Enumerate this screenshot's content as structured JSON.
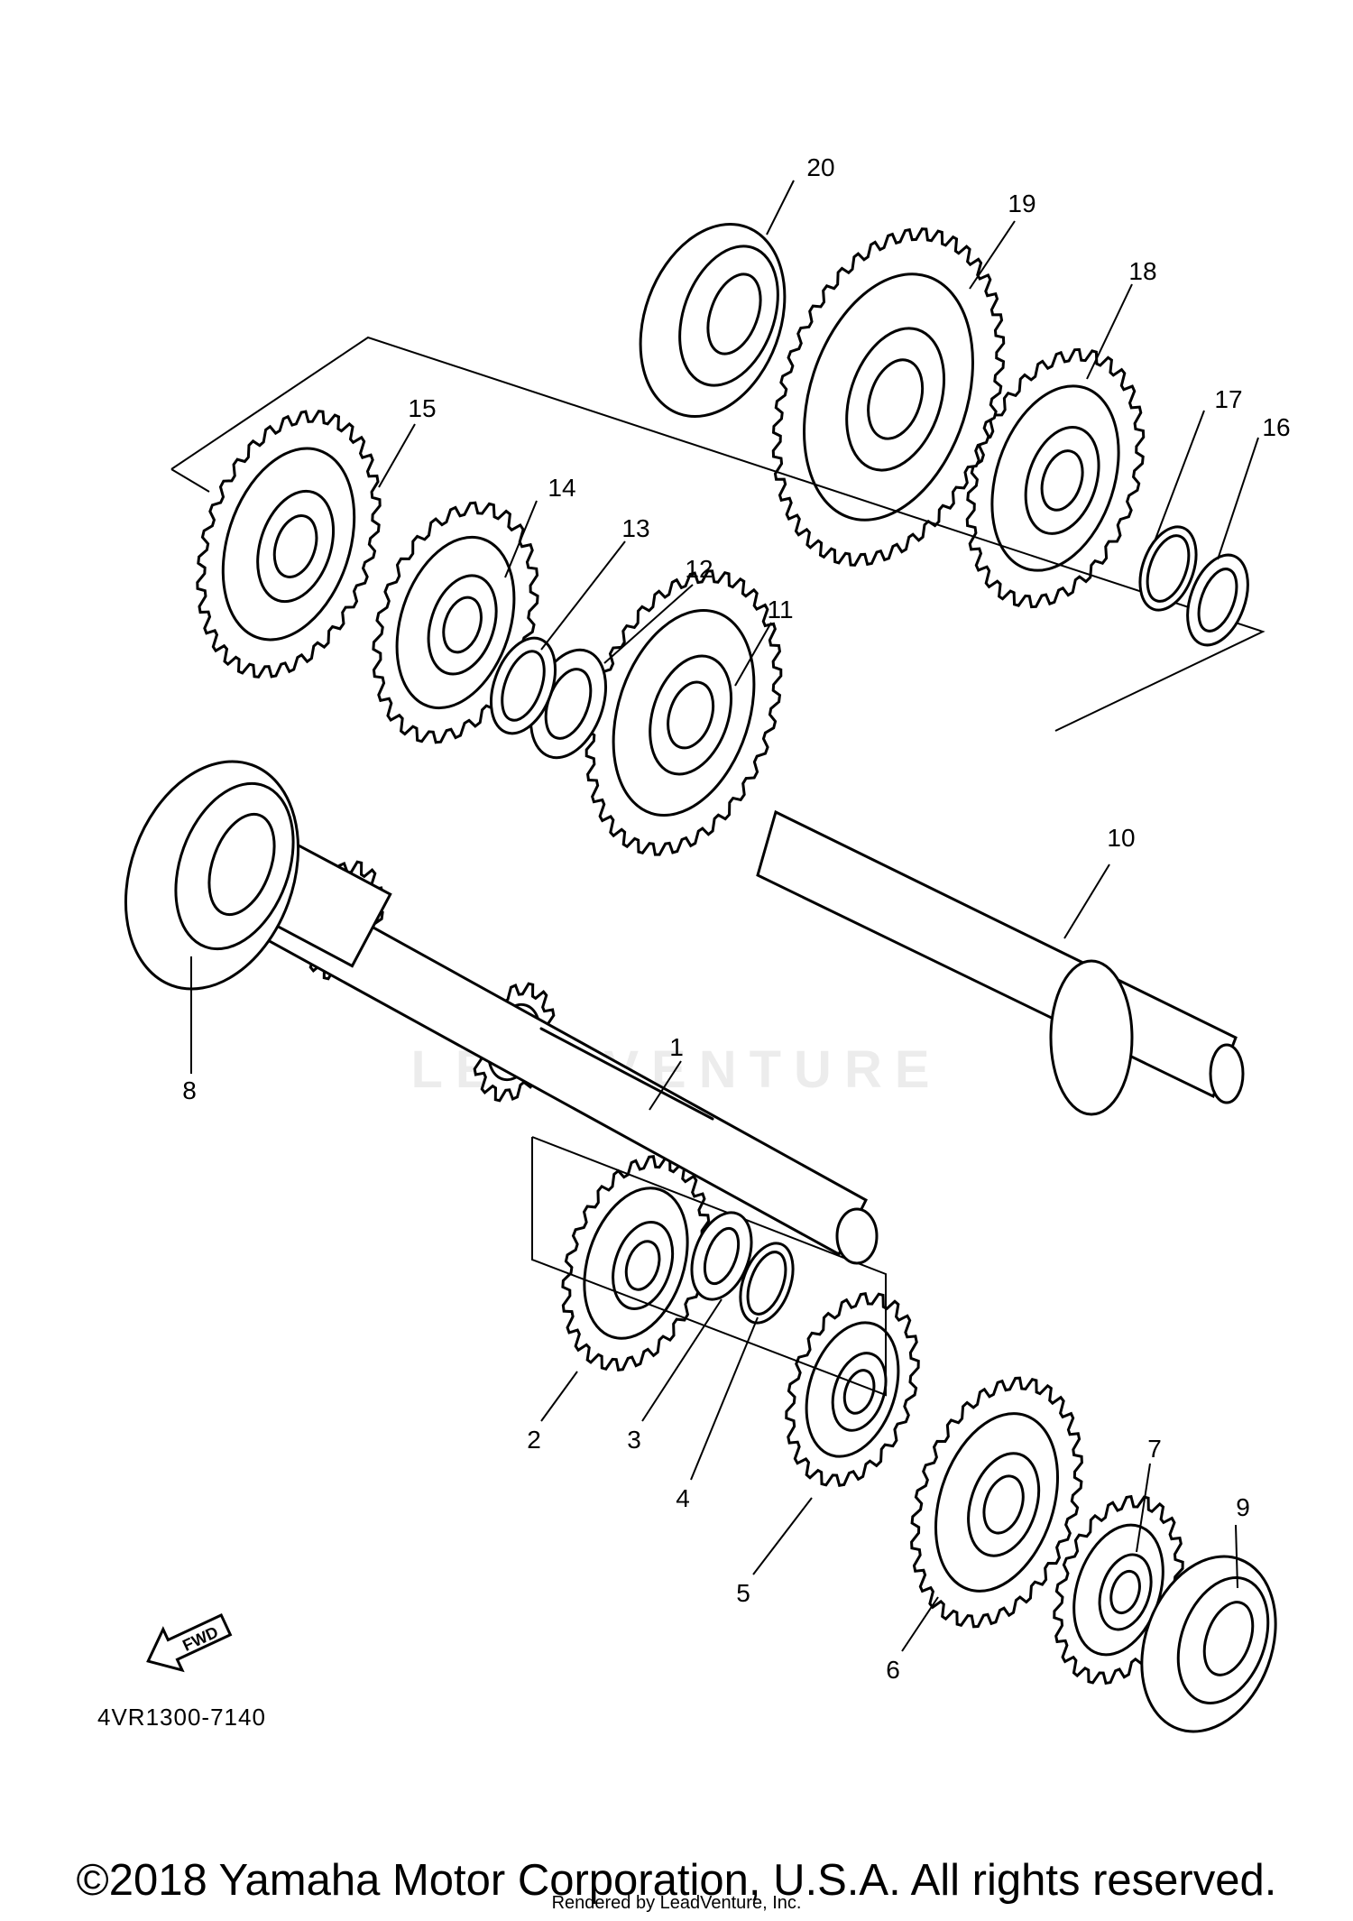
{
  "diagram": {
    "part_labels": [
      "1",
      "2",
      "3",
      "4",
      "5",
      "6",
      "7",
      "8",
      "9",
      "10",
      "11",
      "12",
      "13",
      "14",
      "15",
      "16",
      "17",
      "18",
      "19",
      "20"
    ],
    "fwd_label": "FWD",
    "drawing_code": "4VR1300-7140",
    "copyright": "©2018 Yamaha Motor Corporation, U.S.A. All rights reserved.",
    "rendered_by": "Rendered by LeadVenture, Inc.",
    "watermark": "LEADVENTURE"
  }
}
